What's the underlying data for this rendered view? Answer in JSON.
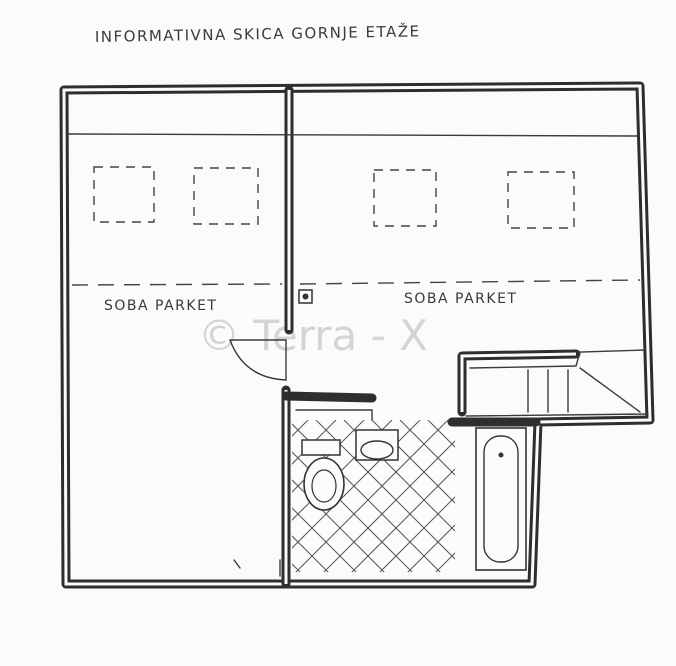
{
  "title": "INFORMATIVNA SKICA GORNJE ETAŽE",
  "rooms": [
    {
      "label": "SOBA PARKET"
    },
    {
      "label": "SOBA PARKET"
    }
  ],
  "watermark": "© Terra - X",
  "colors": {
    "paper": "#fbfbf9",
    "pencil": "#2e2e2e",
    "watermark": "#d4d4d4"
  },
  "icons": [
    "skylight-window",
    "toilet",
    "sink",
    "bathtub",
    "staircase",
    "chimney"
  ]
}
